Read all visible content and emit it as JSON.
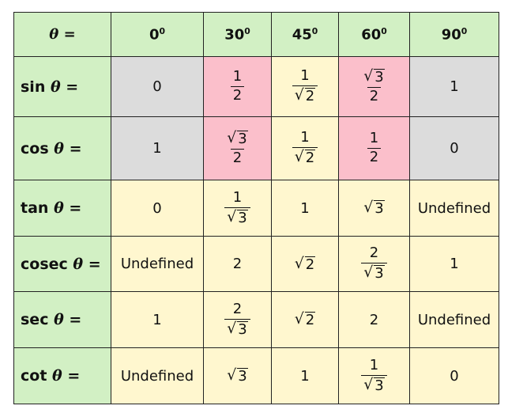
{
  "header": {
    "corner_label": "θ =",
    "angles": [
      {
        "deg": "0",
        "unit": "0"
      },
      {
        "deg": "30",
        "unit": "0"
      },
      {
        "deg": "45",
        "unit": "0"
      },
      {
        "deg": "60",
        "unit": "0"
      },
      {
        "deg": "90",
        "unit": "0"
      }
    ]
  },
  "rows": [
    {
      "fn": "sin",
      "theta": "θ",
      "eq": "=",
      "cells": [
        {
          "type": "text",
          "value": "0"
        },
        {
          "type": "frac",
          "num": "1",
          "den": "2"
        },
        {
          "type": "frac",
          "num": "1",
          "den_sqrt": "2"
        },
        {
          "type": "frac",
          "num_sqrt": "3",
          "den": "2"
        },
        {
          "type": "text",
          "value": "1"
        }
      ]
    },
    {
      "fn": "cos",
      "theta": "θ",
      "eq": "=",
      "cells": [
        {
          "type": "text",
          "value": "1"
        },
        {
          "type": "frac",
          "num_sqrt": "3",
          "den": "2"
        },
        {
          "type": "frac",
          "num": "1",
          "den_sqrt": "2"
        },
        {
          "type": "frac",
          "num": "1",
          "den": "2"
        },
        {
          "type": "text",
          "value": "0"
        }
      ]
    },
    {
      "fn": "tan",
      "theta": "θ",
      "eq": "=",
      "cells": [
        {
          "type": "text",
          "value": "0"
        },
        {
          "type": "frac",
          "num": "1",
          "den_sqrt": "3"
        },
        {
          "type": "text",
          "value": "1"
        },
        {
          "type": "sqrt",
          "value": "3"
        },
        {
          "type": "text",
          "value": "Undefined"
        }
      ]
    },
    {
      "fn": "cosec",
      "theta": "θ",
      "eq": "=",
      "cells": [
        {
          "type": "text",
          "value": "Undefined"
        },
        {
          "type": "text",
          "value": "2"
        },
        {
          "type": "sqrt",
          "value": "2"
        },
        {
          "type": "frac",
          "num": "2",
          "den_sqrt": "3"
        },
        {
          "type": "text",
          "value": "1"
        }
      ]
    },
    {
      "fn": "sec",
      "theta": "θ",
      "eq": "=",
      "cells": [
        {
          "type": "text",
          "value": "1"
        },
        {
          "type": "frac",
          "num": "2",
          "den_sqrt": "3"
        },
        {
          "type": "sqrt",
          "value": "2"
        },
        {
          "type": "text",
          "value": "2"
        },
        {
          "type": "text",
          "value": "Undefined"
        }
      ]
    },
    {
      "fn": "cot",
      "theta": "θ",
      "eq": "=",
      "cells": [
        {
          "type": "text",
          "value": "Undefined"
        },
        {
          "type": "sqrt",
          "value": "3"
        },
        {
          "type": "text",
          "value": "1"
        },
        {
          "type": "frac",
          "num": "1",
          "den_sqrt": "3"
        },
        {
          "type": "text",
          "value": "0"
        }
      ]
    }
  ],
  "colors": {
    "header_green": "#d2f0c4",
    "gray": "#dcdcdc",
    "pink": "#fbbfcb",
    "yellow": "#fff7cf"
  },
  "cell_colors": [
    [
      "gray",
      "pink",
      "yellow",
      "pink",
      "gray"
    ],
    [
      "gray",
      "pink",
      "yellow",
      "pink",
      "gray"
    ],
    [
      "yellow",
      "yellow",
      "yellow",
      "yellow",
      "yellow"
    ],
    [
      "yellow",
      "yellow",
      "yellow",
      "yellow",
      "yellow"
    ],
    [
      "yellow",
      "yellow",
      "yellow",
      "yellow",
      "yellow"
    ],
    [
      "yellow",
      "yellow",
      "yellow",
      "yellow",
      "yellow"
    ]
  ]
}
